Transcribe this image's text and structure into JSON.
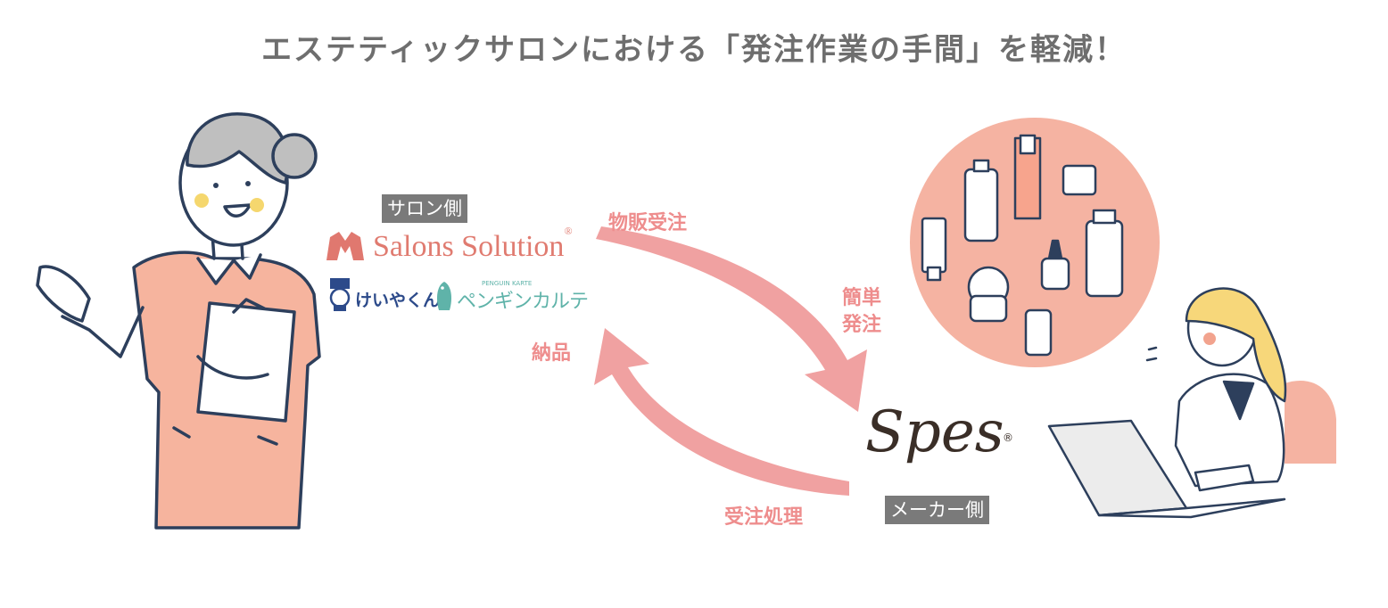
{
  "title": "エステティックサロンにおける「発注作業の手間」を軽減！",
  "salon_side_label": "サロン側",
  "maker_side_label": "メーカー側",
  "brands": {
    "salons_solution": "Salons Solution",
    "salons_solution_mark": "®",
    "keiyakukun": "けいやくん",
    "penguin_karte": "ペンギンカルテ",
    "penguin_karte_sub": "PENGUIN KARTE",
    "spes": "Spes",
    "spes_mark": "®"
  },
  "flows": {
    "product_order": "物販受注",
    "easy_order_line1": "簡単",
    "easy_order_line2": "発注",
    "delivery": "納品",
    "order_processing": "受注処理"
  },
  "colors": {
    "arrow": "#f0a1a1",
    "flow_text": "#ee8d8d",
    "title": "#6e6e6e",
    "tag_bg": "#7a7a7a",
    "salmon": "#f6b49e",
    "navy": "#2d3f5c"
  }
}
